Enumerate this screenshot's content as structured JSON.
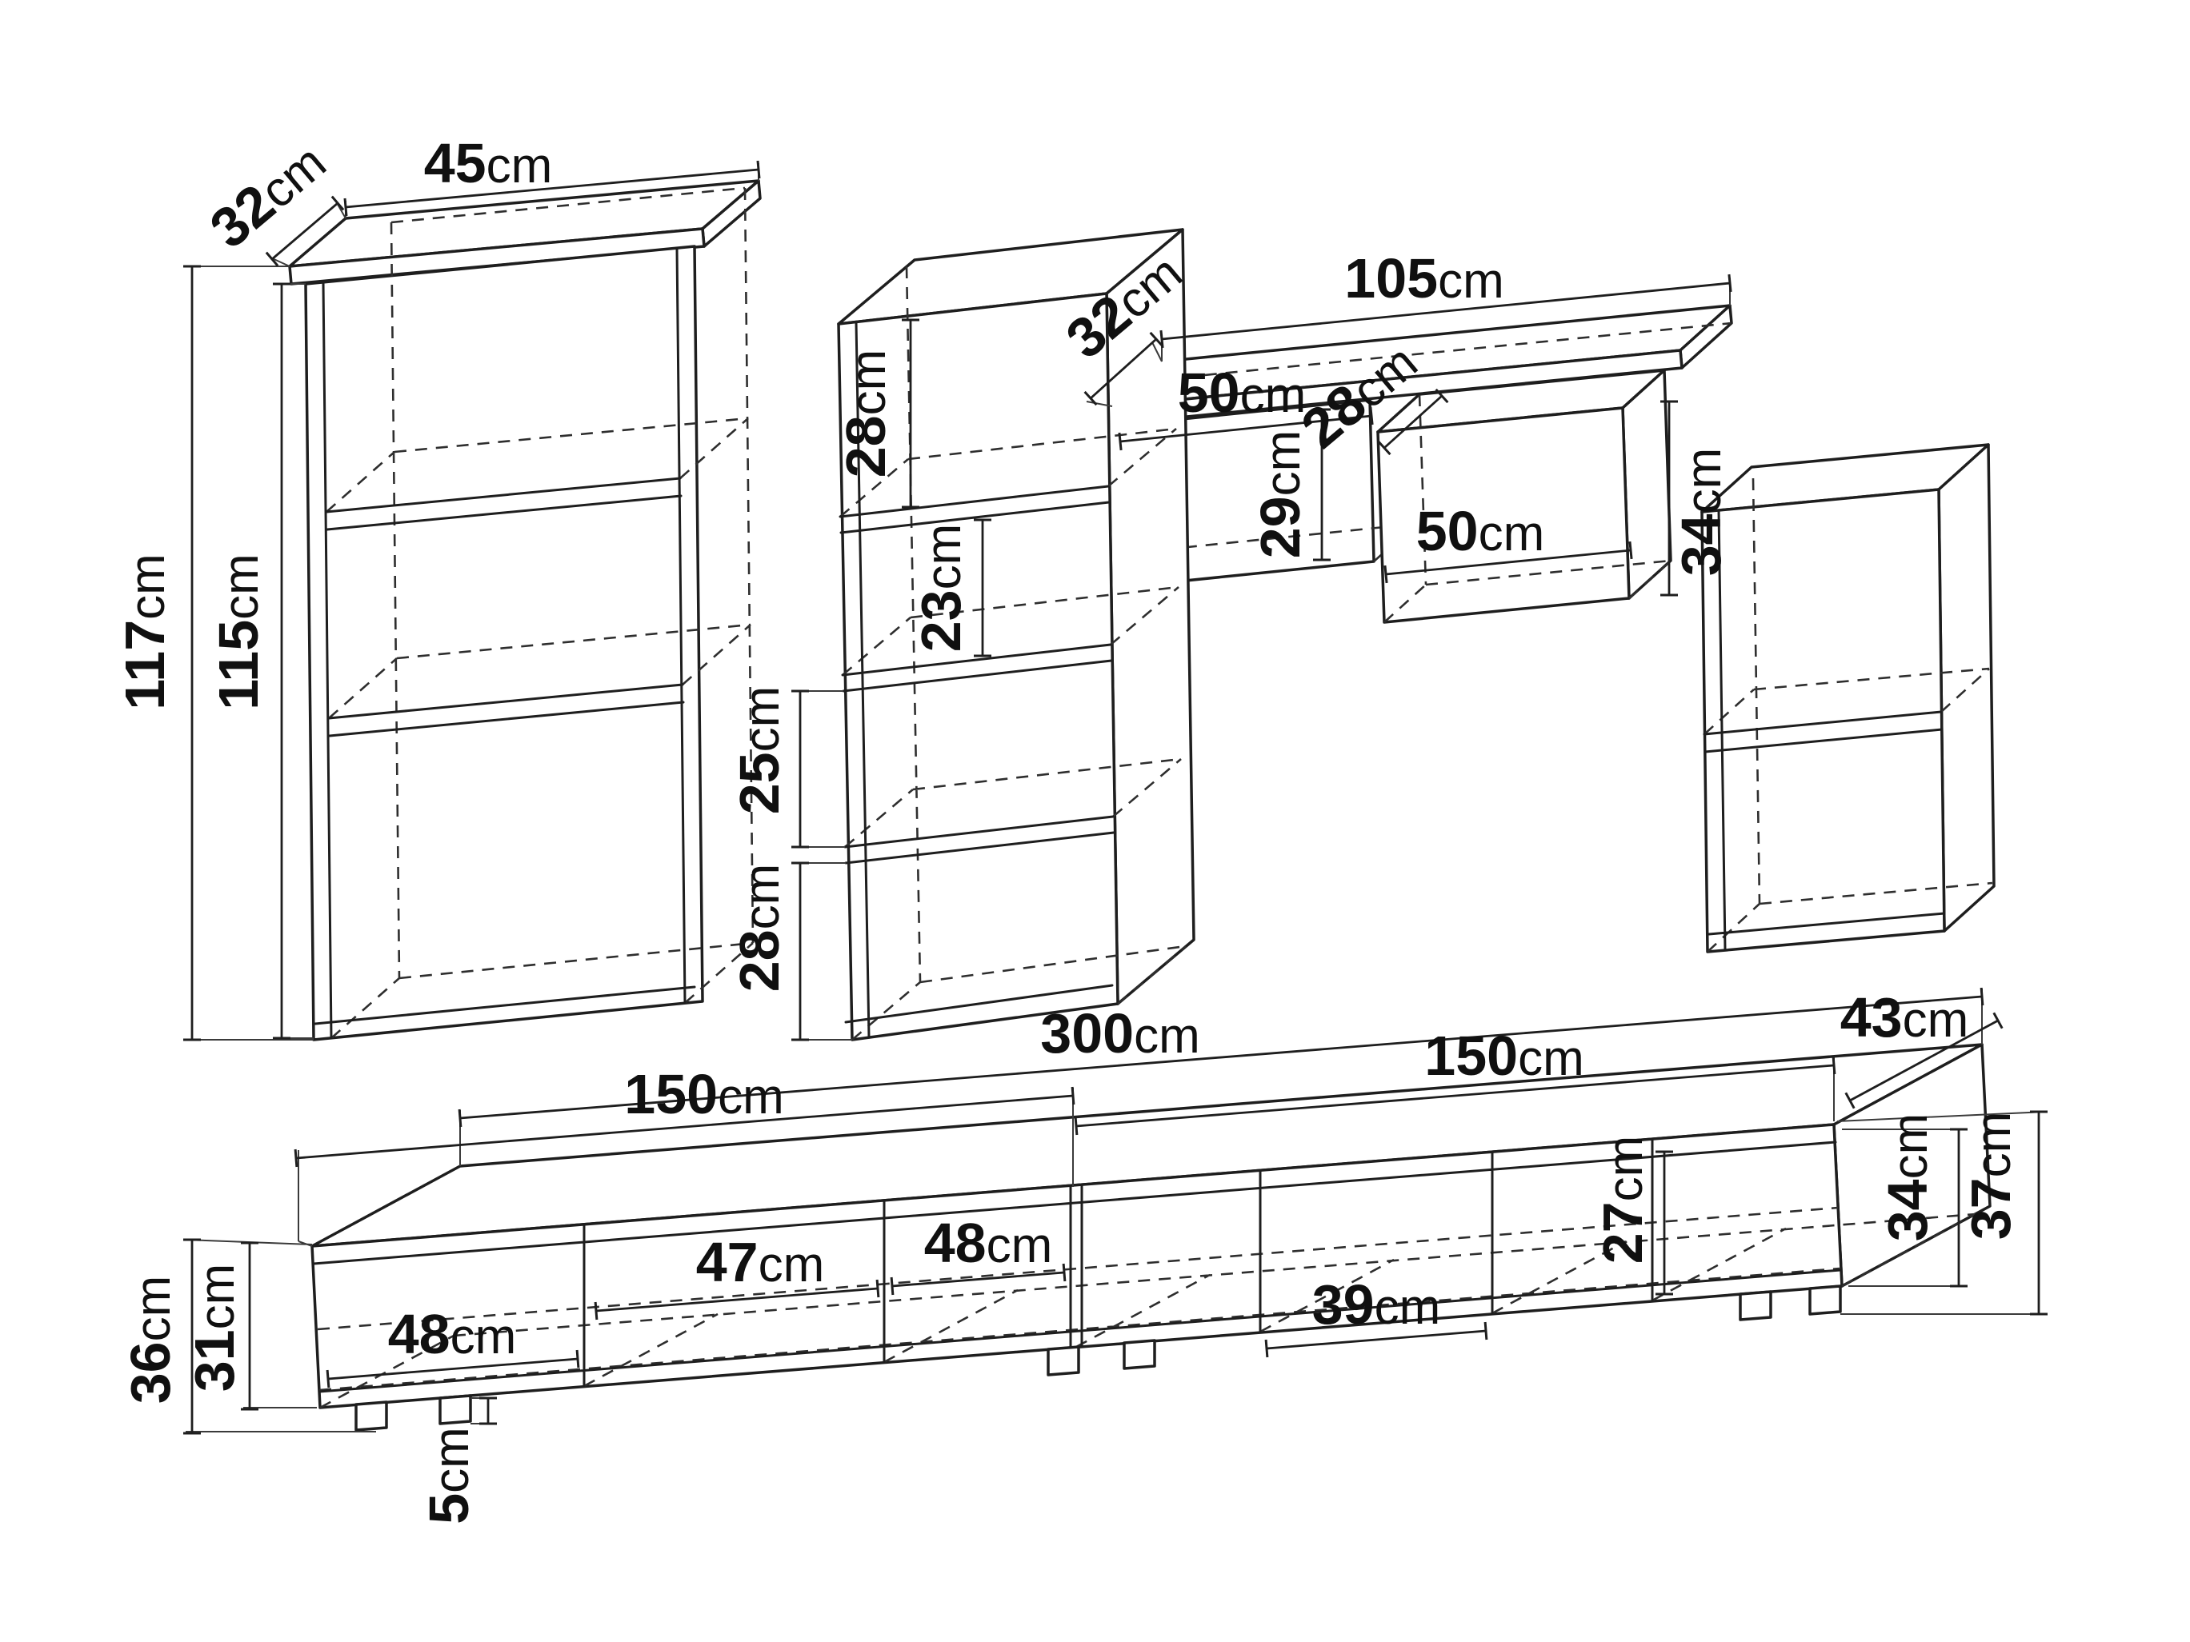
{
  "diagram": {
    "kind": "furniture-wall-unit-dimension-drawing",
    "unit": "cm",
    "labels": {
      "left_cabinet": {
        "depth": {
          "num": "32",
          "unit": "cm"
        },
        "width": {
          "num": "45",
          "unit": "cm"
        },
        "height_total": {
          "num": "117",
          "unit": "cm"
        },
        "height_body": {
          "num": "115",
          "unit": "cm"
        }
      },
      "middle_column": {
        "top_cabinet_height": {
          "num": "28",
          "unit": "cm"
        },
        "shelf_opening_height": {
          "num": "23",
          "unit": "cm"
        },
        "middle_opening_height": {
          "num": "25",
          "unit": "cm"
        },
        "bottom_cabinet_height": {
          "num": "28",
          "unit": "cm"
        }
      },
      "wall_shelf": {
        "depth": {
          "num": "32",
          "unit": "cm"
        },
        "shelf_width": {
          "num": "105",
          "unit": "cm"
        },
        "left_box_width": {
          "num": "50",
          "unit": "cm"
        },
        "left_box_depth": {
          "num": "28",
          "unit": "cm"
        },
        "left_box_height": {
          "num": "29",
          "unit": "cm"
        },
        "right_box_width": {
          "num": "50",
          "unit": "cm"
        },
        "right_box_height": {
          "num": "34",
          "unit": "cm"
        }
      },
      "tv_stand": {
        "total_width": {
          "num": "300",
          "unit": "cm"
        },
        "end_depth": {
          "num": "43",
          "unit": "cm"
        },
        "left_section_width": {
          "num": "150",
          "unit": "cm"
        },
        "right_section_width": {
          "num": "150",
          "unit": "cm"
        },
        "right_end_height_outer": {
          "num": "37",
          "unit": "cm"
        },
        "right_end_height_inner": {
          "num": "34",
          "unit": "cm"
        },
        "opening_height": {
          "num": "27",
          "unit": "cm"
        },
        "compartment_1_width": {
          "num": "48",
          "unit": "cm"
        },
        "compartment_2_width": {
          "num": "47",
          "unit": "cm"
        },
        "compartment_3_width": {
          "num": "48",
          "unit": "cm"
        },
        "compartment_4_width": {
          "num": "39",
          "unit": "cm"
        },
        "height_total": {
          "num": "36",
          "unit": "cm"
        },
        "height_body": {
          "num": "31",
          "unit": "cm"
        },
        "foot_height": {
          "num": "5",
          "unit": "cm"
        }
      }
    }
  }
}
